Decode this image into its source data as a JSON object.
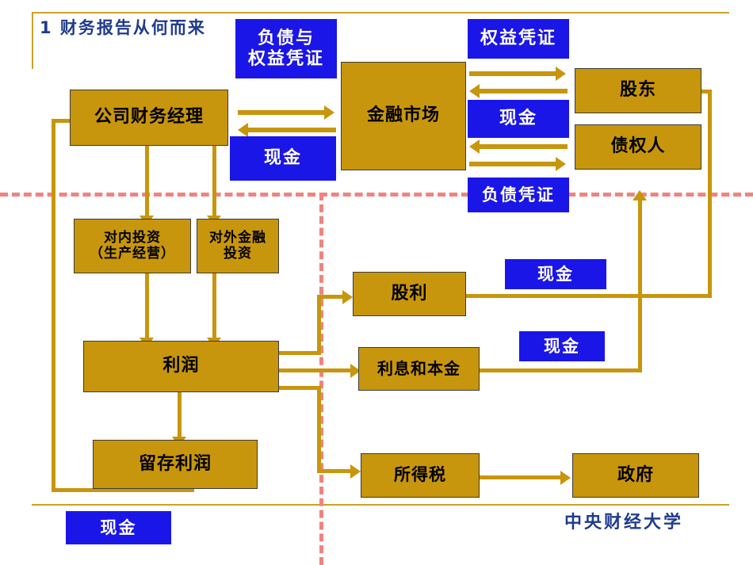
{
  "slide": {
    "title": "1  财务报告从何而来",
    "footer": "中央财经大学"
  },
  "nodes": {
    "finance_manager": "公司财务经理",
    "financial_market": "金融市场",
    "shareholders": "股东",
    "creditors": "债权人",
    "internal_investment": "对内投资\n（生产经营）",
    "external_investment": "对外金融\n投资",
    "profit": "利润",
    "retained_earnings": "留存利润",
    "dividends": "股利",
    "interest_principal": "利息和本金",
    "income_tax": "所得税",
    "government": "政府"
  },
  "labels": {
    "debt_equity_securities": "负债与\n权益凭证",
    "equity_securities": "权益凭证",
    "cash_left": "现金",
    "cash_right_top": "现金",
    "debt_securities": "负债凭证",
    "cash_dividends": "现金",
    "cash_interest": "现金",
    "cash_legend": "现金"
  },
  "colors": {
    "gold_box": "#C8960C",
    "blue_label": "#1B16E8",
    "dashed_divider": "#F0837F",
    "title_blue": "#1F3B8C",
    "rule_gold": "#C8A22A"
  }
}
